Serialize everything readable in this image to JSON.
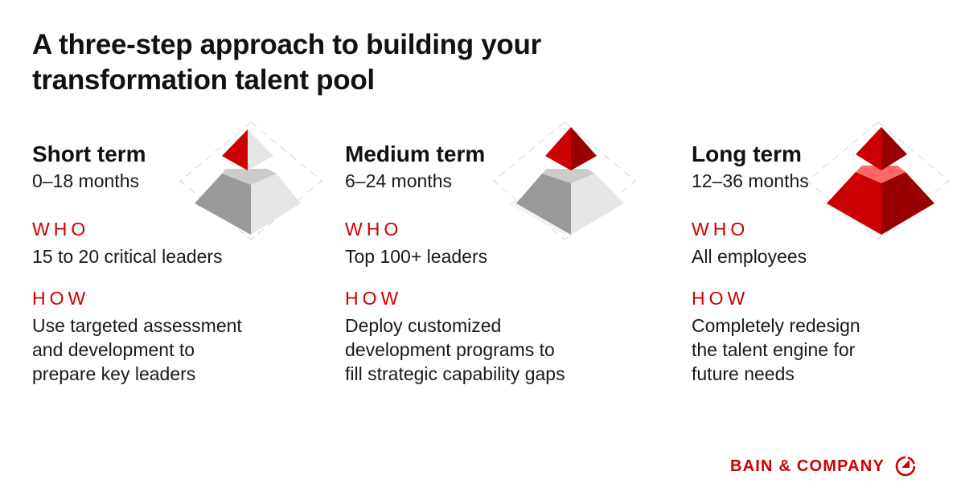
{
  "title": "A three-step approach to building your transformation talent pool",
  "colors": {
    "accent_red": "#cc0000",
    "dark_red": "#990000",
    "light_red": "#ff6666",
    "grey_dark": "#999999",
    "grey_light": "#e6e6e6",
    "grey_mid": "#cccccc"
  },
  "columns": [
    {
      "term": "Short term",
      "months": "0–18 months",
      "who_label": "WHO",
      "who": "15 to 20 critical leaders",
      "how_label": "HOW",
      "how_lines": [
        "Use targeted assessment",
        "and development to",
        "prepare key leaders"
      ],
      "icon": "pyramid-icon-top-half-red"
    },
    {
      "term": "Medium term",
      "months": "6–24 months",
      "who_label": "WHO",
      "who": "Top 100+ leaders",
      "how_label": "HOW",
      "how_lines": [
        "Deploy customized",
        "development programs to",
        "fill strategic capability gaps"
      ],
      "icon": "pyramid-icon-top-red"
    },
    {
      "term": "Long term",
      "months": "12–36 months",
      "who_label": "WHO",
      "who": "All employees",
      "how_label": "HOW",
      "how_lines": [
        "Completely redesign",
        "the talent engine for",
        "future needs"
      ],
      "icon": "pyramid-icon-all-red"
    }
  ],
  "logo": {
    "text": "BAIN & COMPANY",
    "icon": "bain-logo-icon"
  }
}
